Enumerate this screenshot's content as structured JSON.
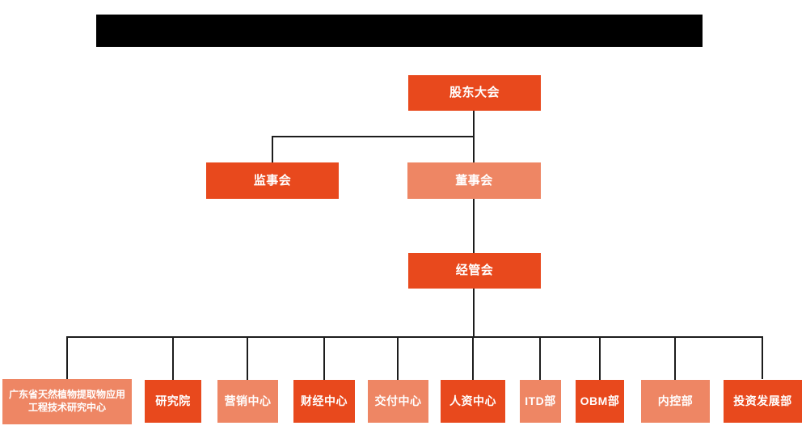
{
  "colors": {
    "primary": "#E8491D",
    "secondary": "#EE8664",
    "line": "#1c1c1c",
    "redacted": "#000000",
    "background": "#ffffff",
    "node_text": "#ffffff"
  },
  "header": {
    "type": "redacted-black-bar",
    "text": ""
  },
  "nodes": {
    "shareholders": {
      "label": "股东大会",
      "variant": "primary"
    },
    "supervisors": {
      "label": "监事会",
      "variant": "primary"
    },
    "directors": {
      "label": "董事会",
      "variant": "secondary"
    },
    "management": {
      "label": "经管会",
      "variant": "primary"
    }
  },
  "departments": [
    {
      "label": "广东省天然植物提取物应用工程技术研究中心",
      "variant": "secondary"
    },
    {
      "label": "研究院",
      "variant": "primary"
    },
    {
      "label": "营销中心",
      "variant": "secondary"
    },
    {
      "label": "财经中心",
      "variant": "primary"
    },
    {
      "label": "交付中心",
      "variant": "secondary"
    },
    {
      "label": "人资中心",
      "variant": "primary"
    },
    {
      "label": "ITD部",
      "variant": "secondary"
    },
    {
      "label": "OBM部",
      "variant": "primary"
    },
    {
      "label": "内控部",
      "variant": "secondary"
    },
    {
      "label": "投资发展部",
      "variant": "primary"
    }
  ],
  "structure": {
    "root": "股东大会",
    "edges": [
      {
        "from": "股东大会",
        "to": "监事会"
      },
      {
        "from": "股东大会",
        "to": "董事会"
      },
      {
        "from": "董事会",
        "to": "经管会"
      },
      {
        "from": "经管会",
        "to": [
          "广东省天然植物提取物应用工程技术研究中心",
          "研究院",
          "营销中心",
          "财经中心",
          "交付中心",
          "人资中心",
          "ITD部",
          "OBM部",
          "内控部",
          "投资发展部"
        ]
      }
    ]
  }
}
